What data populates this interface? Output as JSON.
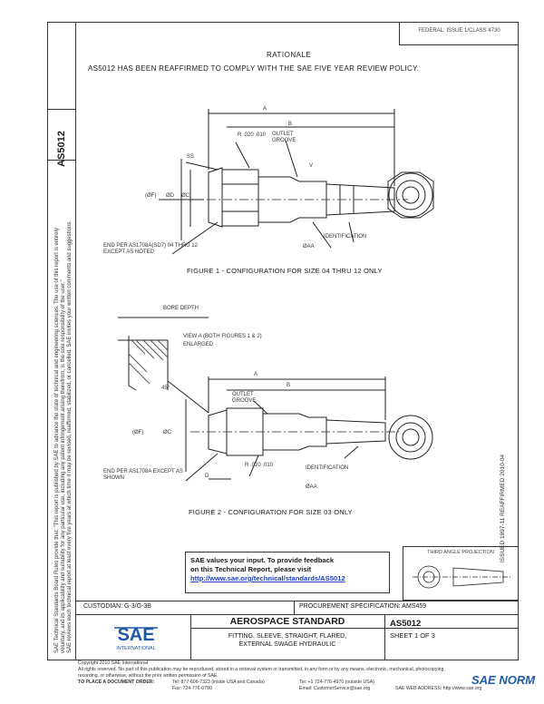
{
  "document": {
    "number": "AS5012",
    "revision_text": "FEDERAL: ISSUE 1/CLASS 4730",
    "rationale_title": "RATIONALE",
    "rationale_body": "AS5012 HAS BEEN REAFFIRMED TO COMPLY WITH THE SAE FIVE YEAR REVIEW POLICY.",
    "side_text_1": "SAE Technical Standards Board Rules provide that: \"This report is published by SAE to advance the state of technical and engineering sciences. The use of this report is entirely",
    "side_text_2": "voluntary, and its applicability and suitability for any particular use, including any patent infringement arising therefrom, is the sole responsibility of the user.\"",
    "side_text_3": "SAE reviews each technical report at least every five years at which time it may be revised, reaffirmed, stabilized, or cancelled. SAE invites your written comments and suggestions.",
    "right_side_text": "ISSUED 1997-11   REAFFIRMED 2010-04"
  },
  "figure1": {
    "caption": "FIGURE 1 - CONFIGURATION FOR SIZE 04 THRU 12 ONLY",
    "labels": {
      "a": "A",
      "b": "B",
      "r_dim": "R .020 .010",
      "outlet_groove": "OUTLET GROOVE",
      "ss": "SS",
      "phi_f": "(ØF)",
      "phi_d": "ØD",
      "phi_c": "ØC",
      "v": "V",
      "end_note": "END PER AS1708A(SD7) 04 THRU 12 EXCEPT AS NOTED",
      "id_note": "IDENTIFICATION",
      "aa": "ØAA"
    }
  },
  "figure2": {
    "caption": "FIGURE 2 - CONFIGURATION FOR SIZE 03 ONLY",
    "labels": {
      "bore_depth": "BORE DEPTH",
      "view_a": "VIEW A (BOTH FIGURES 1 & 2)",
      "enlarged": "ENLARGED",
      "a": "A",
      "b": "B",
      "outlet_groove": "OUTLET GROOVE",
      "r_dim": "R .020 .010",
      "angle": "45°",
      "phi_f": "(ØF)",
      "phi_c": "ØC",
      "end_note": "END PER AS1708A EXCEPT AS SHOWN",
      "d": "D",
      "id_note": "IDENTIFICATION",
      "aa": "ØAA"
    }
  },
  "feedback": {
    "line1": "SAE values your input. To provide feedback",
    "line2": "on this Technical Report, please visit",
    "link": "http://www.sae.org/technical/standards/AS5012"
  },
  "projection": {
    "title": "THIRD ANGLE PROJECTION"
  },
  "title_block": {
    "custodian": "CUSTODIAN: G-3/G-3B",
    "procurement": "PROCUREMENT SPECIFICATION: AMS459",
    "main_title": "AEROSPACE STANDARD",
    "subtitle_1": "FITTING, SLEEVE, STRAIGHT, FLARED,",
    "subtitle_2": "EXTERNAL SWAGE HYDRAULIC",
    "doc_number": "AS5012",
    "sheet": "SHEET 1 OF 3",
    "logo_text": "SAE",
    "logo_sub": "INTERNATIONAL"
  },
  "footer": {
    "copyright": "Copyright 2010 SAE International",
    "rights": "All rights reserved. No part of this publication may be reproduced, stored in a retrieval system or transmitted, in any form or by any means, electronic, mechanical, photocopying,",
    "rights_2": "recording, or otherwise, without the prior written permission of SAE.",
    "order_label": "TO PLACE A DOCUMENT ORDER:",
    "tel": "Tel: 877-606-7323 (inside USA and Canada)",
    "tel2": "Tel: +1 724-776-4970 (outside USA)",
    "fax": "Fax: 724-776-0790",
    "email": "Email: CustomerService@sae.org",
    "web": "SAE WEB ADDRESS: http://www.sae.org"
  },
  "watermark": {
    "text": "SAE NORM"
  }
}
